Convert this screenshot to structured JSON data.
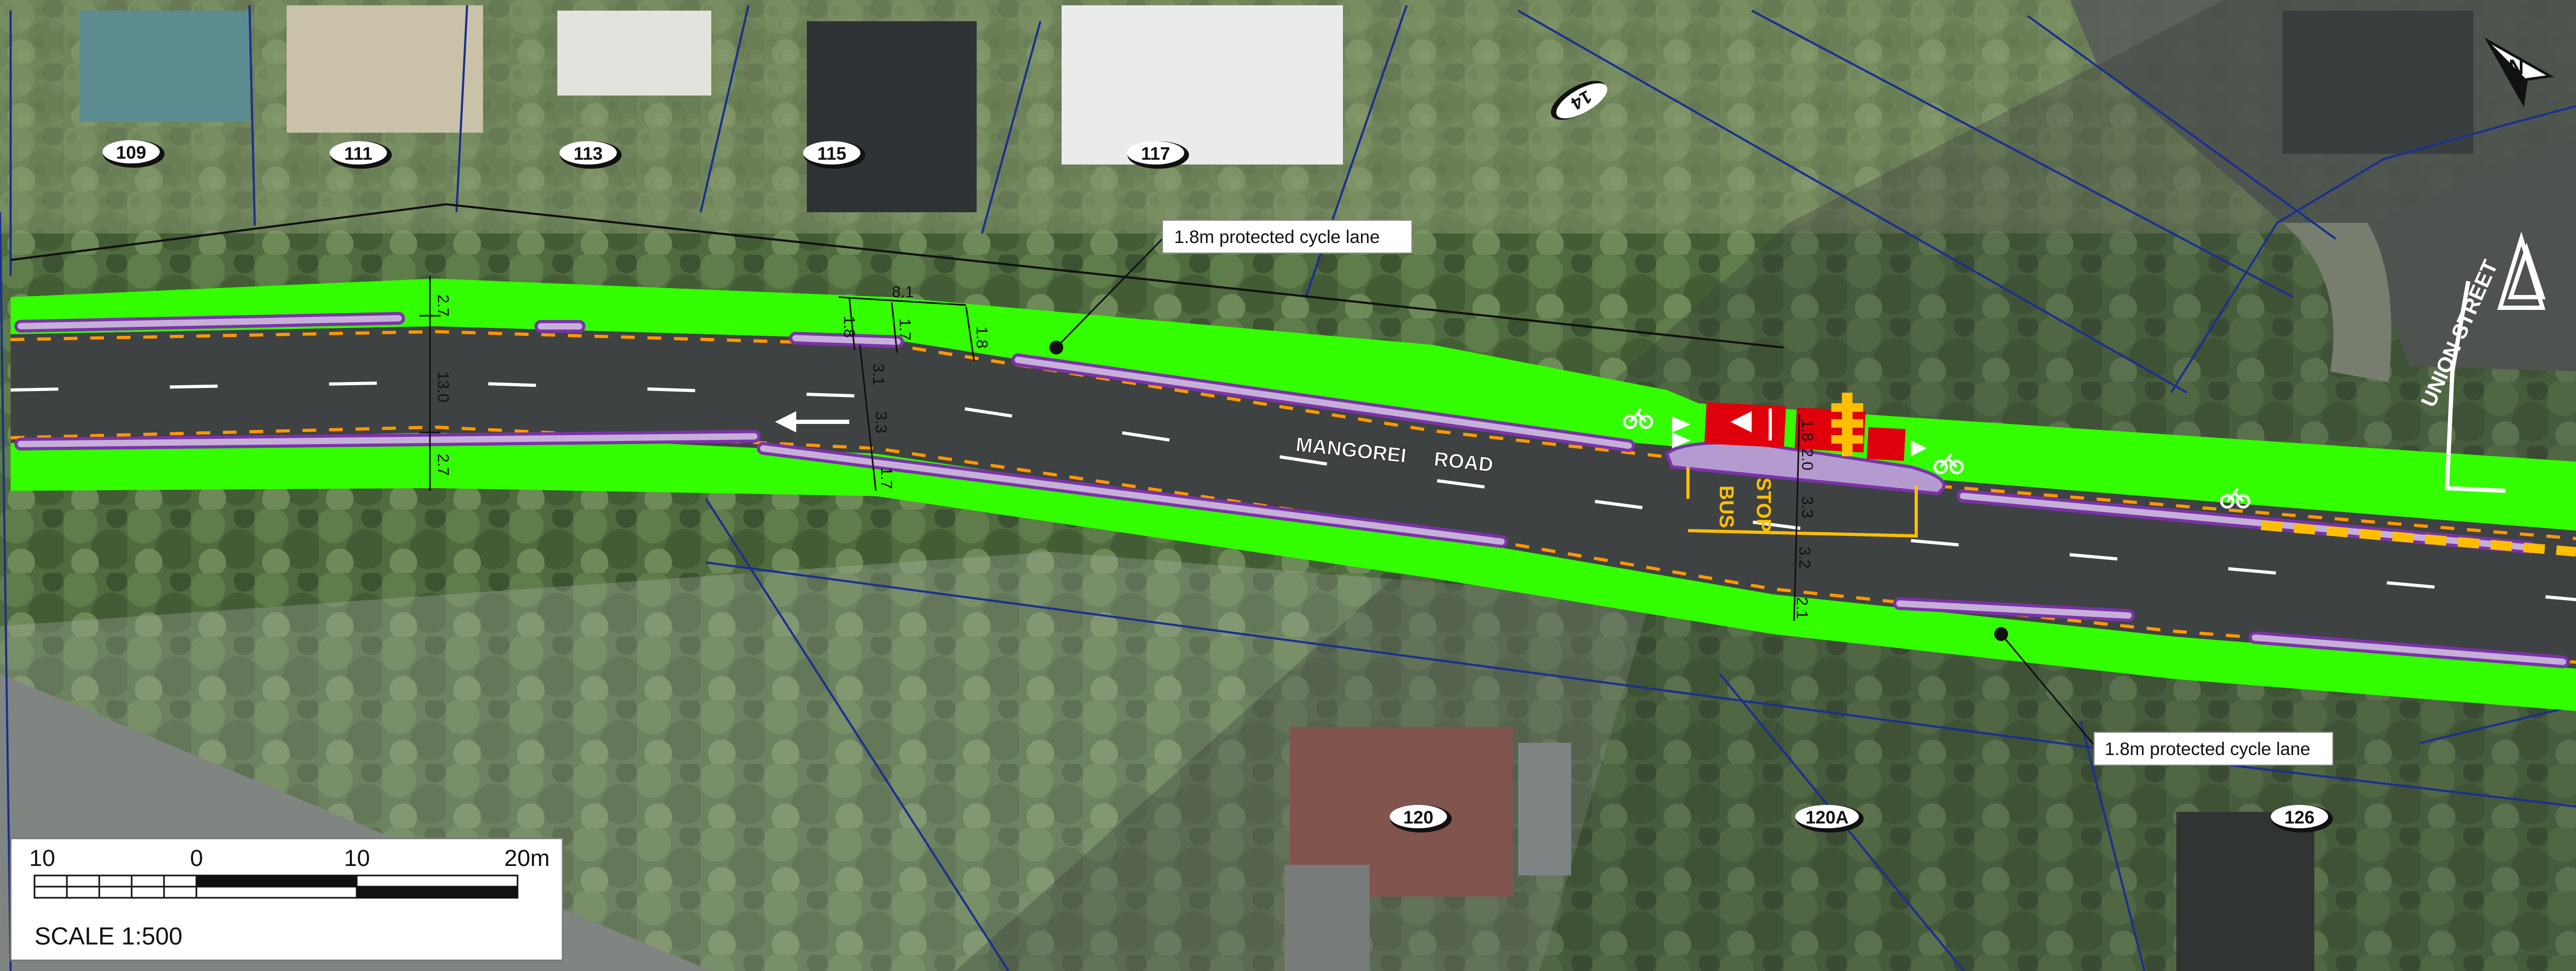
{
  "lot_numbers": [
    "109",
    "111",
    "113",
    "115",
    "117",
    "14",
    "120",
    "120A",
    "126"
  ],
  "road_name": "MANGOREI     ROAD",
  "street_name": "UNION STREET",
  "callouts": {
    "top": "1.8m protected cycle lane",
    "bottom": "1.8m protected cycle lane"
  },
  "dimensions": {
    "left_top": "2.7",
    "left_total": "13.0",
    "left_bottom": "2.7",
    "mid_span": "8.1",
    "mid_a": "1.8",
    "mid_b": "1.7",
    "mid_c": "1.8",
    "mid_lane_top": "3.1",
    "mid_lane_bottom": "3.3",
    "mid_bottom": "1.7",
    "bus_a": "1.8",
    "bus_b": "2.0",
    "bus_lane_top": "3.3",
    "bus_lane_bottom": "3.2",
    "bus_bottom": "2.1"
  },
  "bus_stop_marking": [
    "BUS",
    "STOP"
  ],
  "scale_bar": {
    "labels": [
      "10",
      "0",
      "10",
      "20m"
    ],
    "scale_text": "SCALE 1:500"
  },
  "north_arrow_label": "N",
  "colors": {
    "cycle_lane": "#33ff00",
    "separator": "#7a33a8",
    "centerline": "#ff9900",
    "bus_stop_red": "#e0000b",
    "bus_stop_yellow": "#ffbf00",
    "property_lines": "#1b2f8f"
  }
}
